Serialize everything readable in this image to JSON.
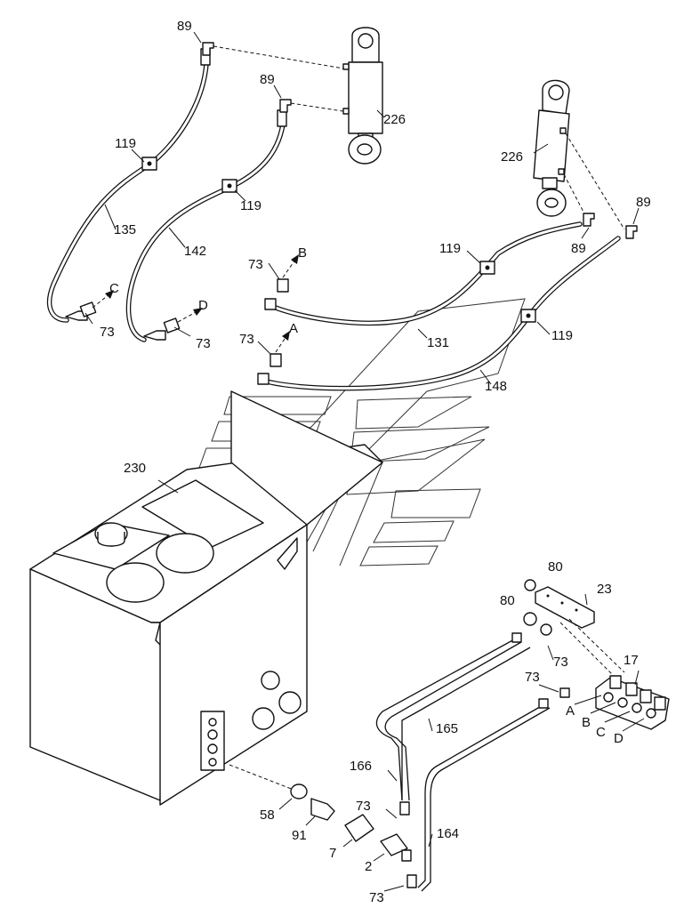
{
  "labels": {
    "fitting_89": "89",
    "clamp_119": "119",
    "hose_135": "135",
    "hose_142": "142",
    "cylinder_226": "226",
    "adapter_73": "73",
    "hose_131": "131",
    "hose_148": "148",
    "tank_230": "230",
    "plug_80": "80",
    "block_23": "23",
    "valve_17": "17",
    "pipe_165": "165",
    "pipe_166": "166",
    "pipe_164": "164",
    "adapter_58": "58",
    "adapter_91": "91",
    "filter_7": "7",
    "part_2": "2"
  },
  "ports": {
    "A": "A",
    "B": "B",
    "C": "C",
    "D": "D"
  }
}
